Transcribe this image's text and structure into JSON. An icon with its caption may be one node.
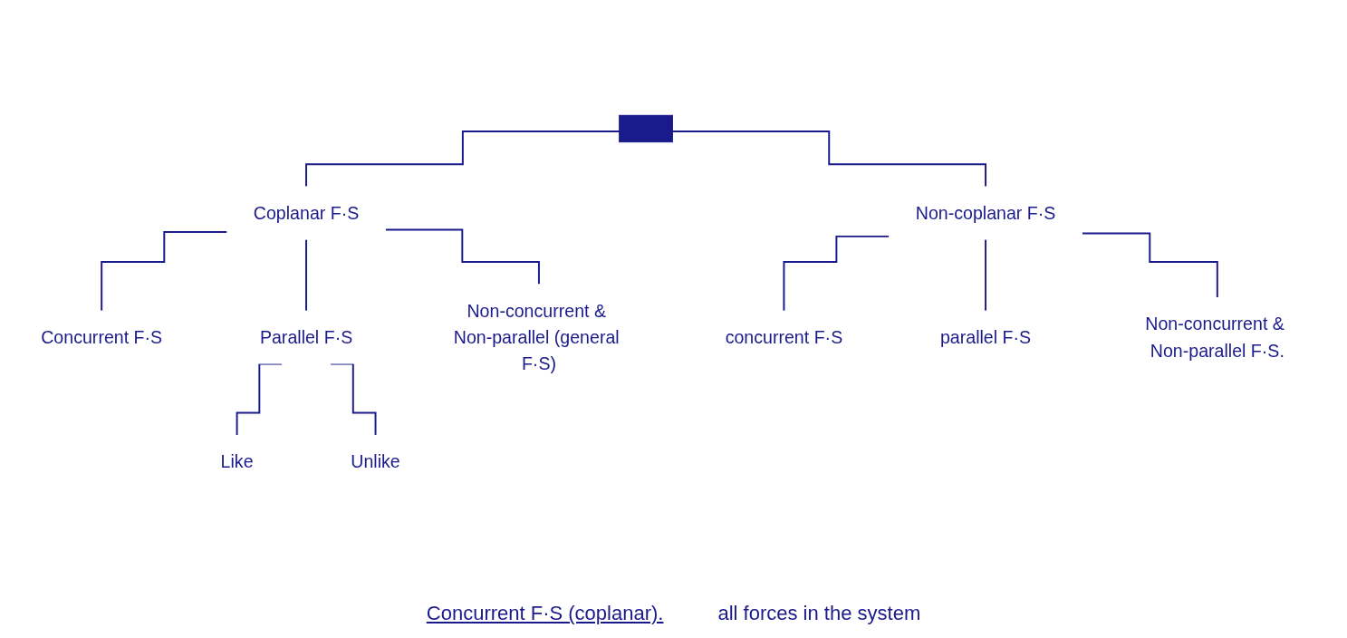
{
  "diagram": {
    "nodes": [
      {
        "text": [],
        "shape": "bar"
      },
      {
        "text": [
          "Coplanar F·S"
        ]
      },
      {
        "text": [
          "Non-coplanar F·S"
        ]
      },
      {
        "text": [
          "Concurrent F·S"
        ]
      },
      {
        "text": [
          "Parallel F·S"
        ]
      },
      {
        "text": [
          "Non-concurrent & Non-parallel (general F·S)"
        ]
      },
      {
        "text": [
          "Like"
        ]
      },
      {
        "text": [
          "Unlike"
        ]
      },
      {
        "text": [
          "concurrent F·S"
        ]
      },
      {
        "text": [
          "parallel F·S"
        ]
      },
      {
        "text": [
          "Non-concurrent & Non-parallel F·S."
        ]
      }
    ],
    "edges": [
      {
        "from": 0,
        "to": 1,
        "arrow": "none"
      },
      {
        "from": 0,
        "to": 2,
        "arrow": "none"
      },
      {
        "from": 1,
        "to": 3,
        "arrow": "none"
      },
      {
        "from": 1,
        "to": 4,
        "arrow": "none"
      },
      {
        "from": 1,
        "to": 5,
        "arrow": "none"
      },
      {
        "from": 4,
        "to": 6,
        "arrow": "none"
      },
      {
        "from": 4,
        "to": 7,
        "arrow": "none"
      },
      {
        "from": 2,
        "to": 8,
        "arrow": "none"
      },
      {
        "from": 2,
        "to": 9,
        "arrow": "none"
      },
      {
        "from": 2,
        "to": 10,
        "arrow": "none"
      }
    ],
    "labels": [
      "Concurrent F·S (coplanar).",
      "all forces in the system"
    ]
  }
}
